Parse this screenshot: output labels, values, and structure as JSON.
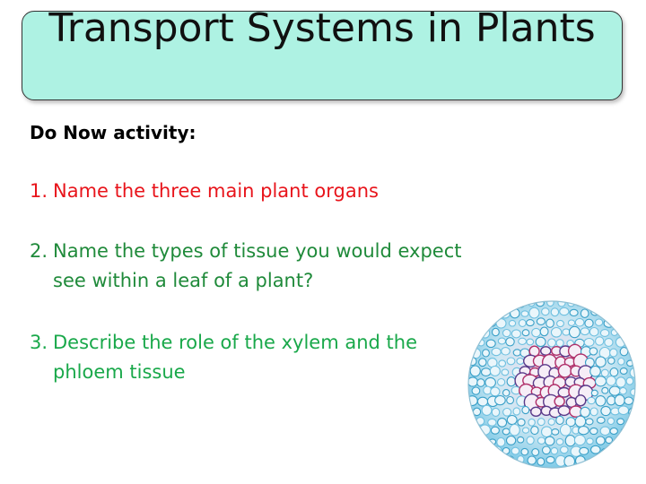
{
  "slide": {
    "title": "Transport Systems in Plants",
    "subtitle": "Do Now activity:"
  },
  "questions": [
    {
      "number": "1.",
      "text": "Name the three main plant organs",
      "color": "#e8141b"
    },
    {
      "number": "2.",
      "text": "Name the types of tissue you would expect see within a leaf of a plant?",
      "color": "#1f8a3a"
    },
    {
      "number": "3.",
      "text": "Describe the role of the xylem and the phloem tissue",
      "color": "#19a84a"
    }
  ],
  "image": {
    "icon": "plant-stem-cross-section-micrograph"
  }
}
